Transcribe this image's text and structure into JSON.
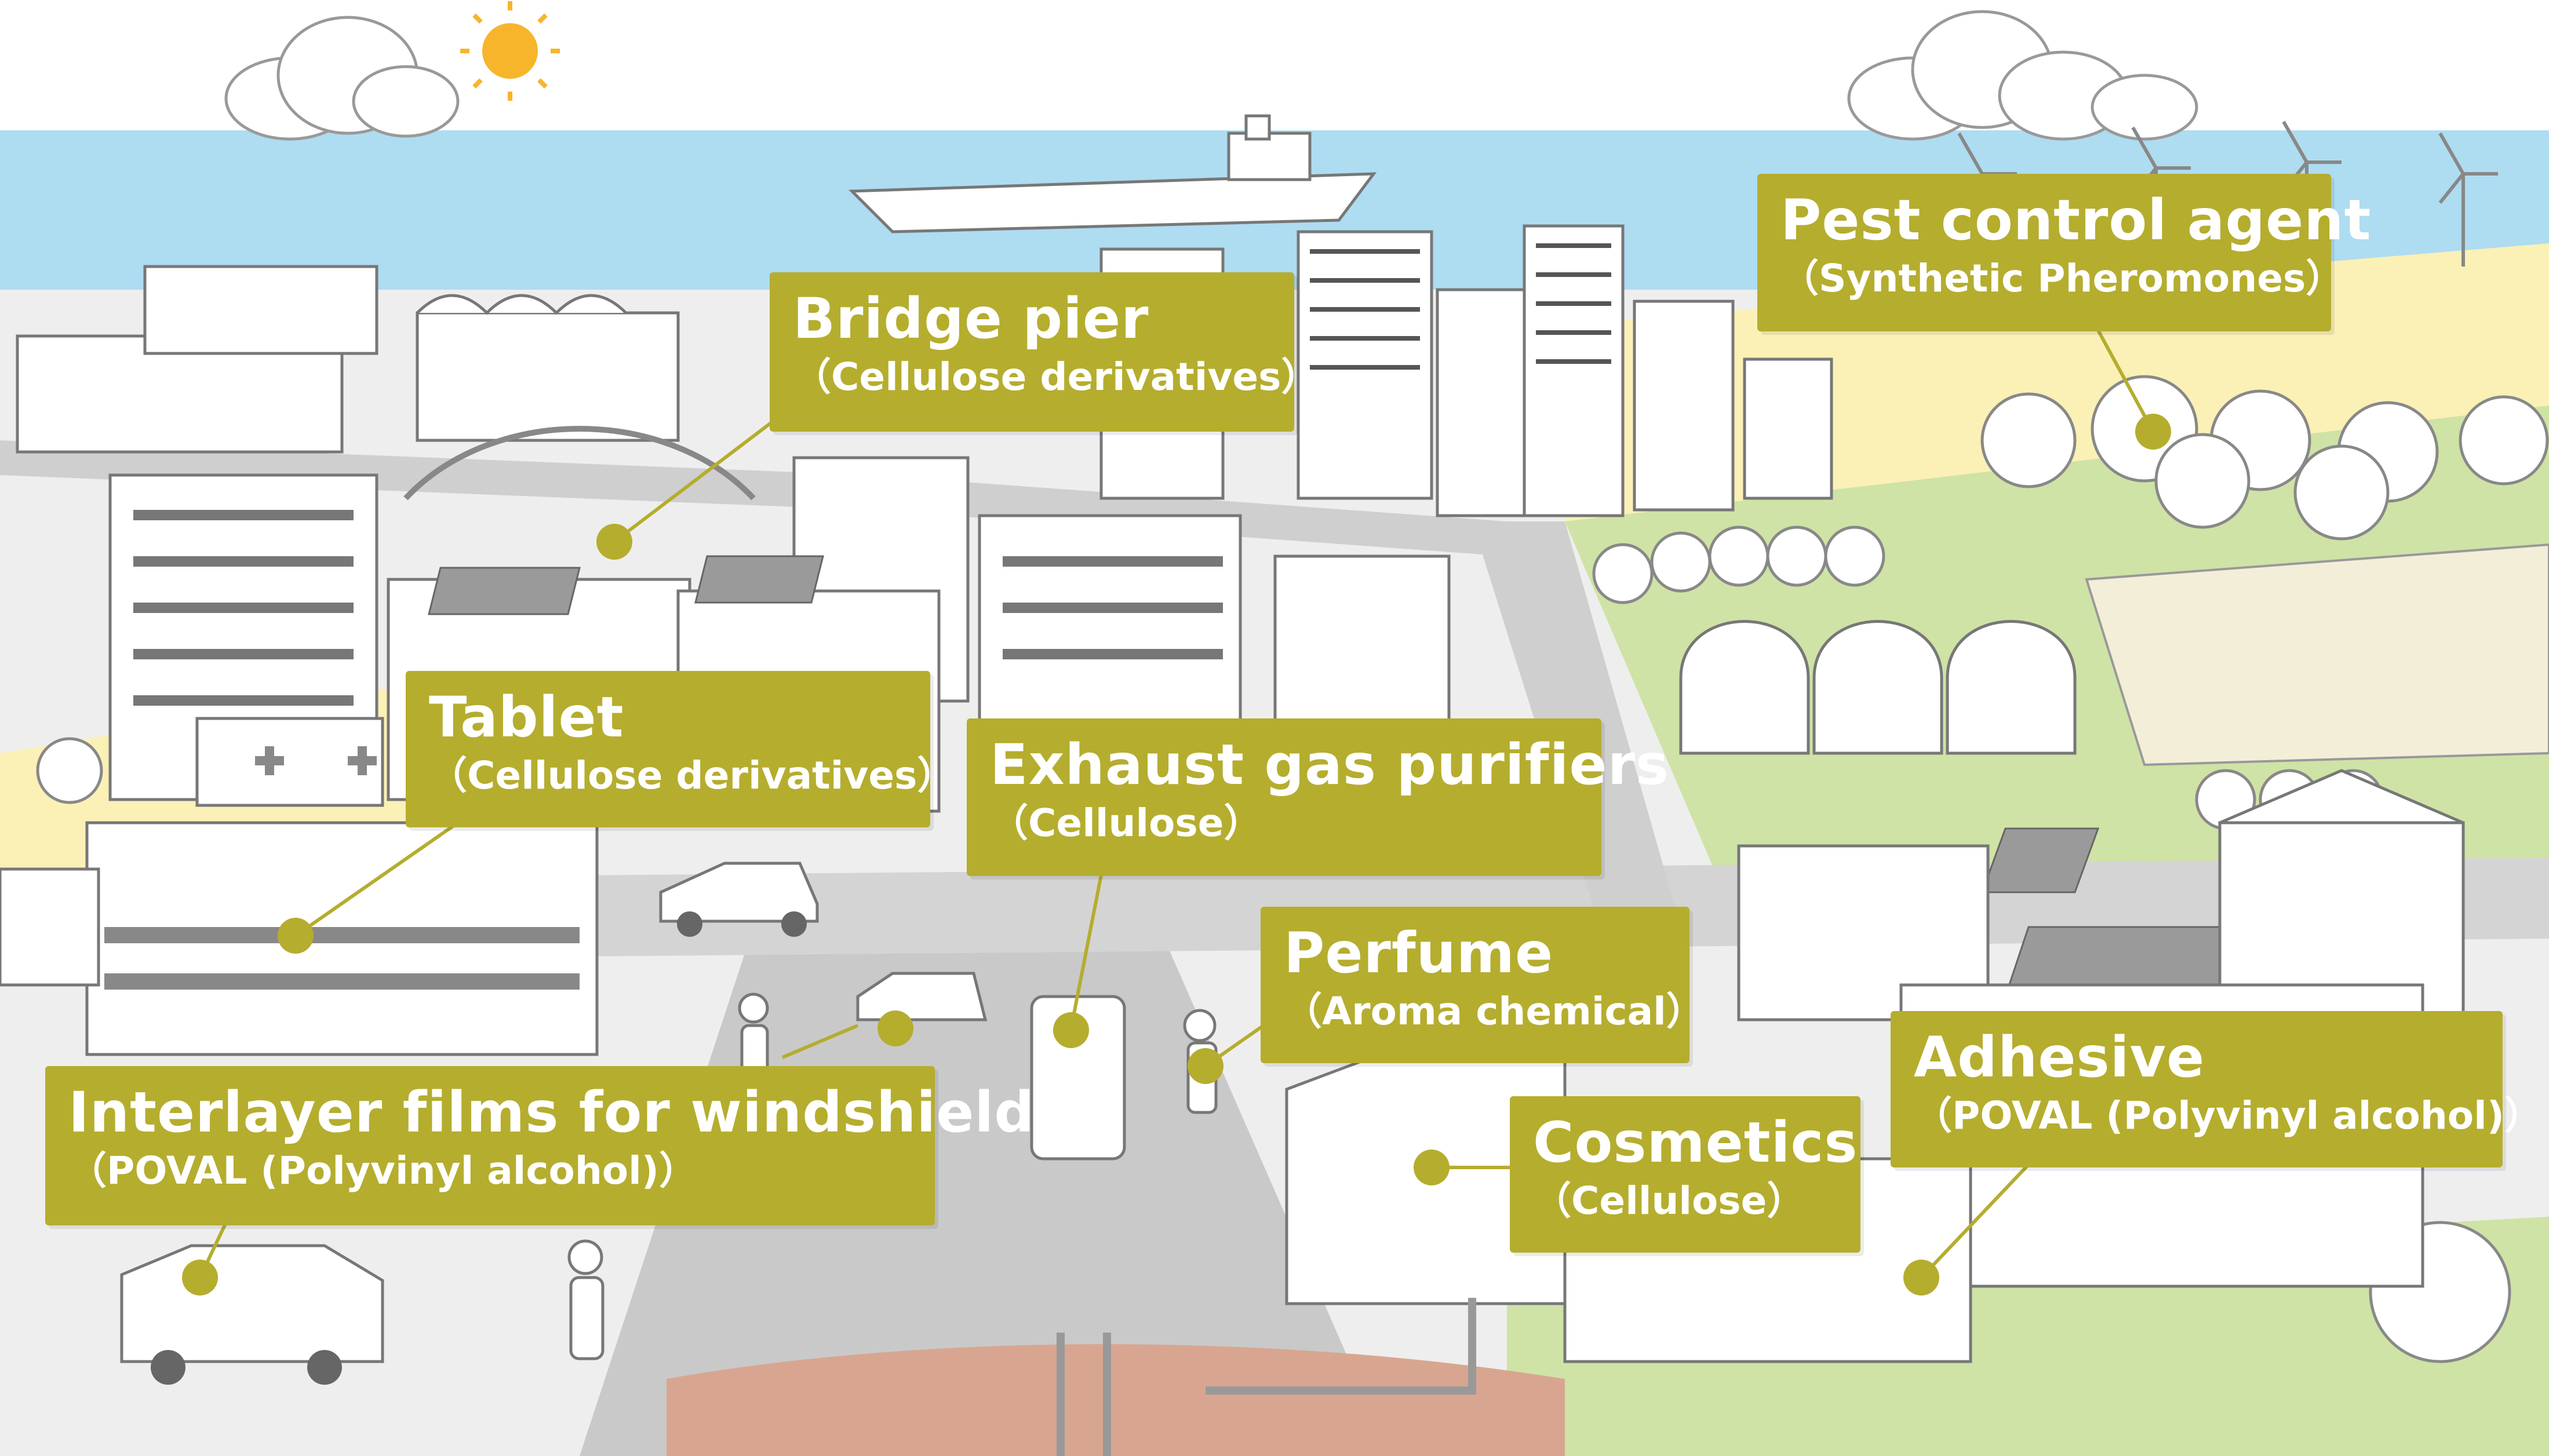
{
  "colors": {
    "sky": "#bfe3f5",
    "sea": "#aedcf1",
    "ground": "#eeeeee",
    "road": "#c9c9c9",
    "beach": "#fbf0b6",
    "field": "#cfe3a6",
    "soil": "#d8a690",
    "sun": "#f7b52c",
    "accent": "#b5ad2e",
    "label_text": "#ffffff"
  },
  "labels": [
    {
      "id": "bridge-pier",
      "title": "Bridge pier",
      "subtitle": "（Cellulose derivatives）"
    },
    {
      "id": "pest-control",
      "title": "Pest control agent",
      "subtitle": "（Synthetic Pheromones）"
    },
    {
      "id": "tablet",
      "title": "Tablet",
      "subtitle": "（Cellulose derivatives）"
    },
    {
      "id": "exhaust",
      "title": "Exhaust gas purifiers",
      "subtitle": "（Cellulose）"
    },
    {
      "id": "perfume",
      "title": "Perfume",
      "subtitle": "（Aroma chemical）"
    },
    {
      "id": "interlayer",
      "title": "Interlayer films for windshield",
      "subtitle": "（POVAL (Polyvinyl alcohol)）"
    },
    {
      "id": "cosmetics",
      "title": "Cosmetics",
      "subtitle": "（Cellulose）"
    },
    {
      "id": "adhesive",
      "title": "Adhesive",
      "subtitle": "（POVAL (Polyvinyl alcohol)）"
    }
  ]
}
